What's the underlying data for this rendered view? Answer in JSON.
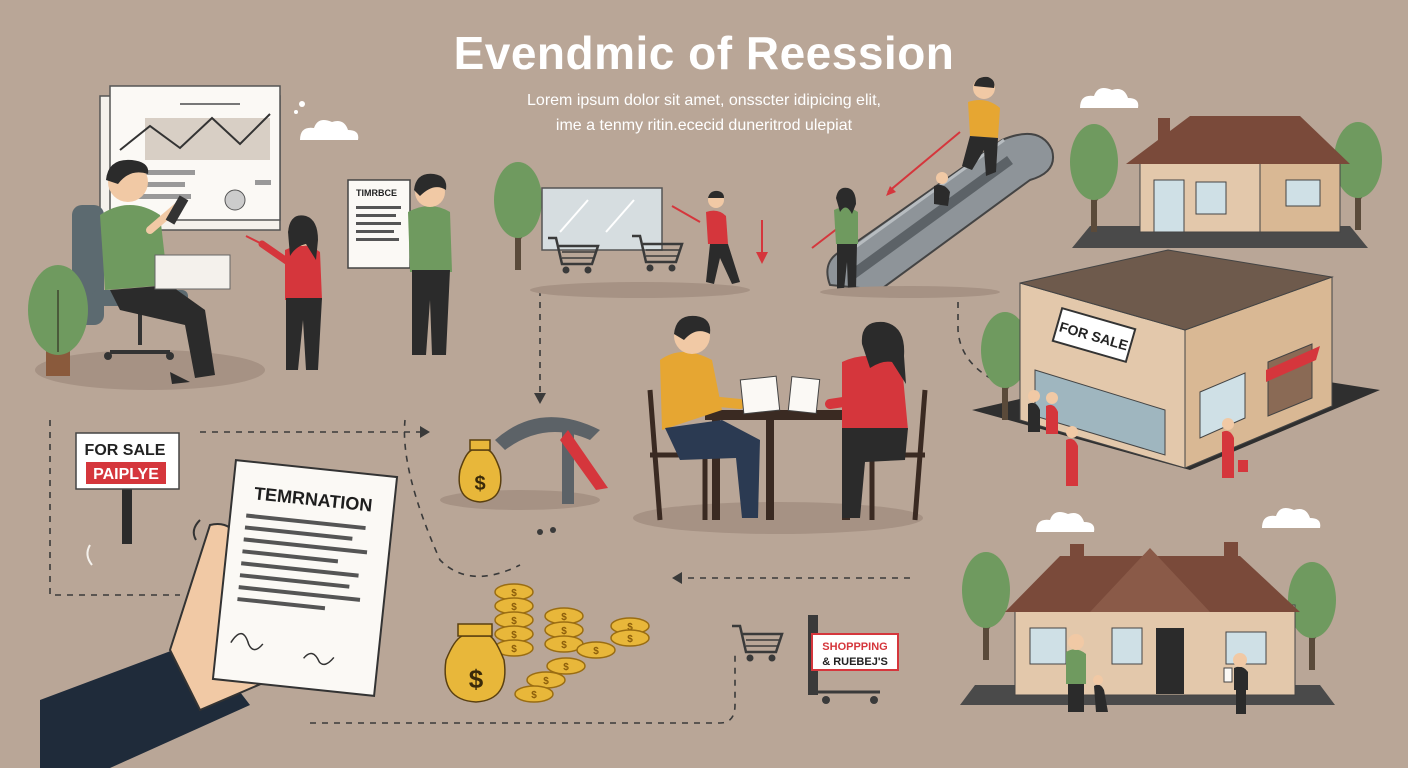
{
  "header": {
    "title": "Evendmic of Reession",
    "subtitle_line1": "Lorem ipsum dolor sit amet, onsscter idipicing elit,",
    "subtitle_line2": "ime a tenmy ritin.ececid duneritrod ulepiat"
  },
  "signs": {
    "left_for_sale_top": "FOR SALE",
    "left_for_sale_bottom": "PAIPLYE",
    "store_for_sale": "FOR SALE",
    "termination_doc": "TEMRNATION",
    "small_doc_heading": "TIMRBCE",
    "shopping_sign_line1": "SHOPPPING",
    "shopping_sign_line2": "& RUEBEJ'S"
  },
  "colors": {
    "background": "#b9a697",
    "accent_red": "#d5363c",
    "sweater_green": "#6f9a5f",
    "sweater_yellow": "#e6a632",
    "gold": "#e8b73a",
    "dark": "#2b2b2b"
  },
  "icons": [
    "money-bag-icon",
    "coin-stack-icon",
    "shopping-cart-icon",
    "cloud-icon",
    "tree-icon",
    "house-icon",
    "escalator-icon",
    "down-arrow-icon"
  ]
}
